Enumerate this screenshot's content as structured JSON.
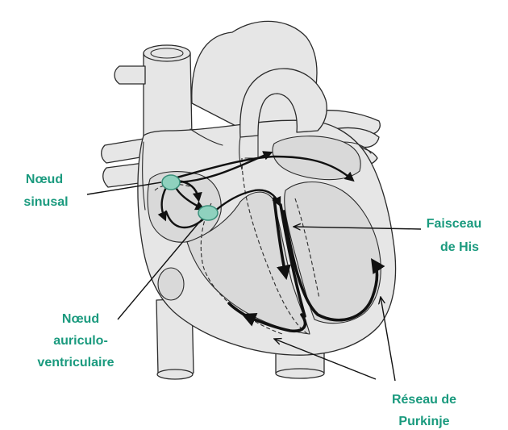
{
  "labels": {
    "sinus_node_line1": "Nœud",
    "sinus_node_line2": "sinusal",
    "his_line1": "Faisceau",
    "his_line2": "de His",
    "av_node_line1": "Nœud",
    "av_node_line2": "auriculo-",
    "av_node_line3": "ventriculaire",
    "purkinje_line1": "Réseau de",
    "purkinje_line2": "Purkinje"
  },
  "colors": {
    "label_text": "#1a9a7e",
    "node_fill": "#8fd1be",
    "heart_fill": "#e6e6e6",
    "conduction_path": "#111111"
  }
}
